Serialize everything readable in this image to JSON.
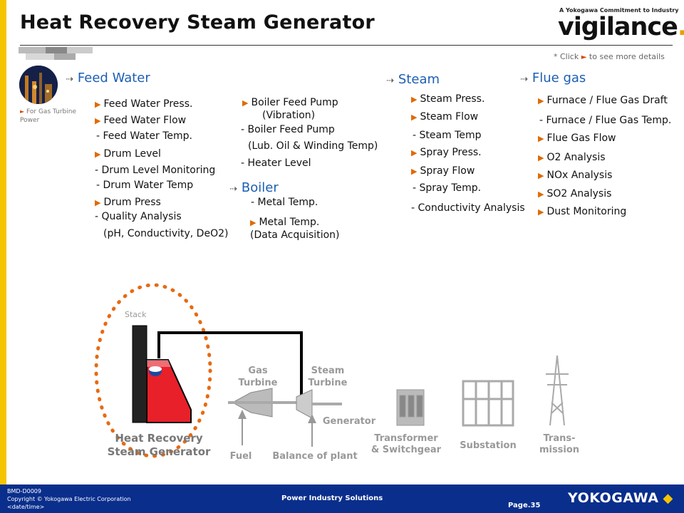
{
  "title": "Heat Recovery Steam Generator",
  "brand": {
    "tagline": "A Yokogawa Commitment to Industry",
    "logo_text": "vigilance",
    "logo_dot": ".",
    "logo_mark": "®",
    "accent": "#e8a000"
  },
  "click_note": {
    "prefix": "* Click",
    "suffix": "to see more details"
  },
  "gas_turbine_link": "For Gas Turbine Power",
  "sections": {
    "feed_water": {
      "heading": "Feed Water",
      "items": [
        "Feed Water Press.",
        "Feed Water Flow",
        "- Feed Water Temp.",
        "Drum Level",
        "- Drum Level Monitoring",
        "- Drum Water Temp",
        "Drum Press",
        "- Quality Analysis",
        "(pH, Conductivity, DeO2)"
      ]
    },
    "pump": {
      "items": [
        "Boiler Feed Pump",
        "(Vibration)",
        "- Boiler Feed Pump",
        "(Lub. Oil & Winding Temp)",
        "- Heater Level"
      ]
    },
    "boiler": {
      "heading": "Boiler",
      "items": [
        "- Metal Temp.",
        "Metal Temp.",
        "(Data Acquisition)"
      ]
    },
    "steam": {
      "heading": "Steam",
      "items": [
        "Steam Press.",
        "Steam Flow",
        "- Steam Temp",
        "Spray Press.",
        "Spray Flow",
        "- Spray Temp.",
        "- Conductivity Analysis"
      ]
    },
    "flue_gas": {
      "heading": "Flue gas",
      "items": [
        "Furnace / Flue Gas Draft",
        "- Furnace / Flue Gas Temp.",
        "Flue Gas Flow",
        "O2 Analysis",
        "NOx Analysis",
        "SO2 Analysis",
        "Dust Monitoring"
      ]
    }
  },
  "diagram": {
    "stack": "Stack",
    "hrsg_line1": "Heat Recovery",
    "hrsg_line2": "Steam Generator",
    "gas_turbine_1": "Gas",
    "gas_turbine_2": "Turbine",
    "steam_turbine_1": "Steam",
    "steam_turbine_2": "Turbine",
    "generator": "Generator",
    "fuel": "Fuel",
    "balance": "Balance of plant",
    "transformer_1": "Transformer",
    "transformer_2": "& Switchgear",
    "substation": "Substation",
    "trans_1": "Trans-",
    "trans_2": "mission",
    "highlight_color": "#e86a10",
    "hrsg_fill": "#e8202a"
  },
  "footer": {
    "doc_id": "BMD-D0009",
    "copyright": "Copyright © Yokogawa Electric Corporation",
    "date": "<date/time>",
    "center": "Power Industry Solutions",
    "page": "Page.35",
    "logo": "YOKOGAWA"
  }
}
